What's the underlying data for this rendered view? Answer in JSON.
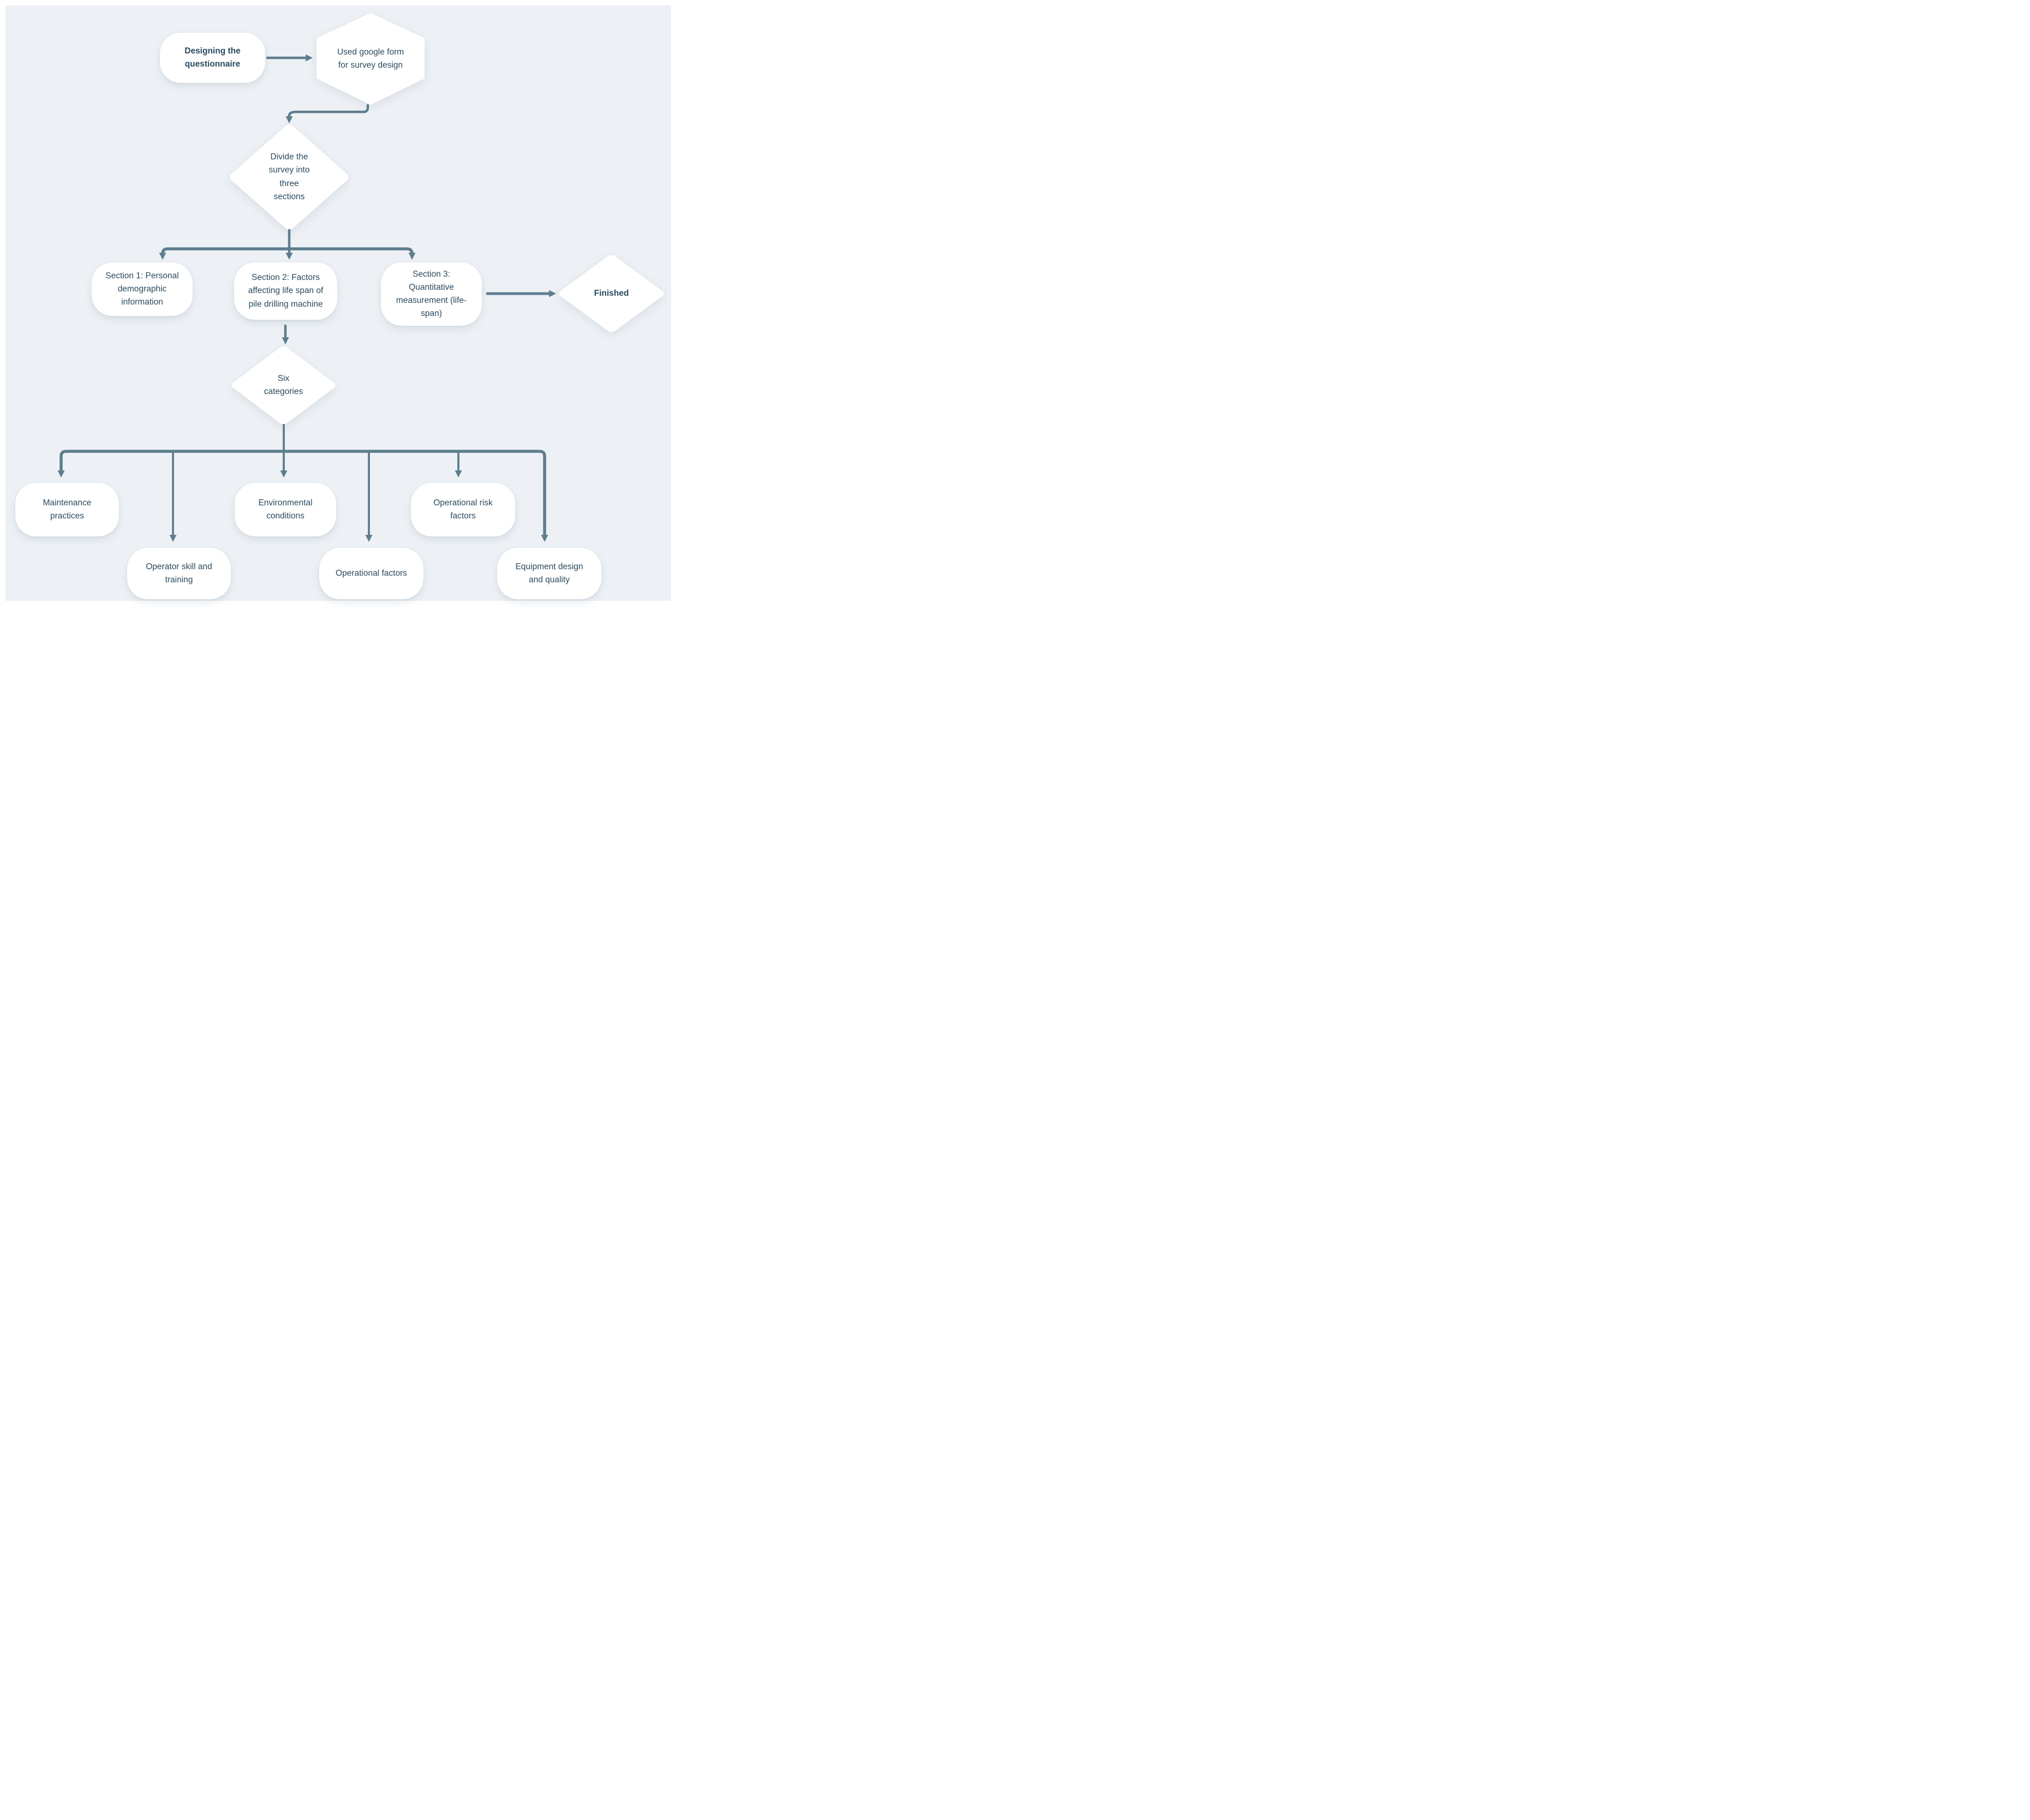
{
  "canvas": {
    "panel_bg": "#edf1f5",
    "node_fill": "#ffffff",
    "text_color": "#2b4a5e",
    "arrow_color": "#5e7d8e"
  },
  "nodes": {
    "designing": {
      "label": "Designing the\nquestionnaire",
      "shape": "rounded-rectangle",
      "bold": true
    },
    "google_form": {
      "label": "Used google form\nfor survey design",
      "shape": "hexagon",
      "bold": false
    },
    "divide": {
      "label": "Divide the\nsurvey into\nthree\nsections",
      "shape": "diamond",
      "bold": false
    },
    "section1": {
      "label": "Section 1: Personal\ndemographic\ninformation",
      "shape": "rounded-rectangle",
      "bold": false
    },
    "section2": {
      "label": "Section 2: Factors\naffecting life span of\npile drilling machine",
      "shape": "rounded-rectangle",
      "bold": false
    },
    "section3": {
      "label": "Section 3:\nQuantitative\nmeasurement (life-\nspan)",
      "shape": "rounded-rectangle",
      "bold": false
    },
    "finished": {
      "label": "Finished",
      "shape": "diamond",
      "bold": true
    },
    "six_categories": {
      "label": "Six\ncategories",
      "shape": "diamond",
      "bold": false
    },
    "maintenance": {
      "label": "Maintenance\npractices",
      "shape": "rounded-rectangle",
      "bold": false
    },
    "operator_skill": {
      "label": "Operator skill and\ntraining",
      "shape": "rounded-rectangle",
      "bold": false
    },
    "environmental": {
      "label": "Environmental\nconditions",
      "shape": "rounded-rectangle",
      "bold": false
    },
    "operational_factors": {
      "label": "Operational factors",
      "shape": "rounded-rectangle",
      "bold": false
    },
    "operational_risk": {
      "label": "Operational risk\nfactors",
      "shape": "rounded-rectangle",
      "bold": false
    },
    "equipment_design": {
      "label": "Equipment design\nand quality",
      "shape": "rounded-rectangle",
      "bold": false
    }
  },
  "edges": [
    {
      "from": "designing",
      "to": "google_form"
    },
    {
      "from": "google_form",
      "to": "divide"
    },
    {
      "from": "divide",
      "to": "section1"
    },
    {
      "from": "divide",
      "to": "section2"
    },
    {
      "from": "divide",
      "to": "section3"
    },
    {
      "from": "section3",
      "to": "finished"
    },
    {
      "from": "section2",
      "to": "six_categories"
    },
    {
      "from": "six_categories",
      "to": "maintenance"
    },
    {
      "from": "six_categories",
      "to": "operator_skill"
    },
    {
      "from": "six_categories",
      "to": "environmental"
    },
    {
      "from": "six_categories",
      "to": "operational_factors"
    },
    {
      "from": "six_categories",
      "to": "operational_risk"
    },
    {
      "from": "six_categories",
      "to": "equipment_design"
    }
  ]
}
